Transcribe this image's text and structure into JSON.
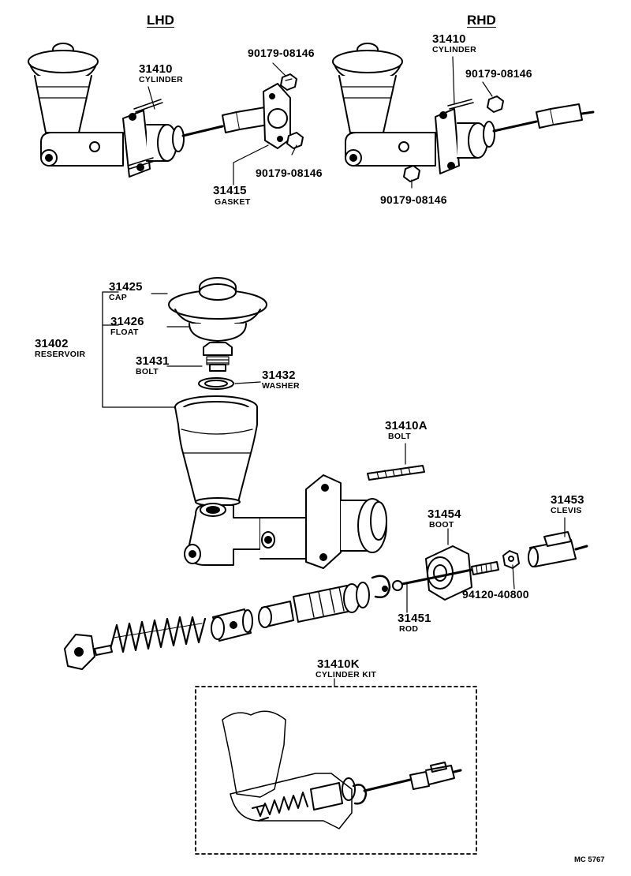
{
  "headers": {
    "lhd": "LHD",
    "rhd": "RHD"
  },
  "top_left": {
    "cylinder": {
      "number": "31410",
      "name": "CYLINDER"
    },
    "nut_top": "90179-08146",
    "nut_bottom": "90179-08146",
    "gasket": {
      "number": "31415",
      "name": "GASKET"
    }
  },
  "top_right": {
    "cylinder": {
      "number": "31410",
      "name": "CYLINDER"
    },
    "nut_top": "90179-08146",
    "nut_bottom": "90179-08146"
  },
  "exploded": {
    "reservoir": {
      "number": "31402",
      "name": "RESERVOIR"
    },
    "cap": {
      "number": "31425",
      "name": "CAP"
    },
    "float": {
      "number": "31426",
      "name": "FLOAT"
    },
    "bolt": {
      "number": "31431",
      "name": "BOLT"
    },
    "washer": {
      "number": "31432",
      "name": "WASHER"
    },
    "bolt_a": {
      "number": "31410A",
      "name": "BOLT"
    },
    "boot": {
      "number": "31454",
      "name": "BOOT"
    },
    "clevis": {
      "number": "31453",
      "name": "CLEVIS"
    },
    "nut": "94120-40800",
    "rod": {
      "number": "31451",
      "name": "ROD"
    }
  },
  "kit": {
    "number": "31410K",
    "name": "CYLINDER KIT"
  },
  "code": "MC 5767"
}
